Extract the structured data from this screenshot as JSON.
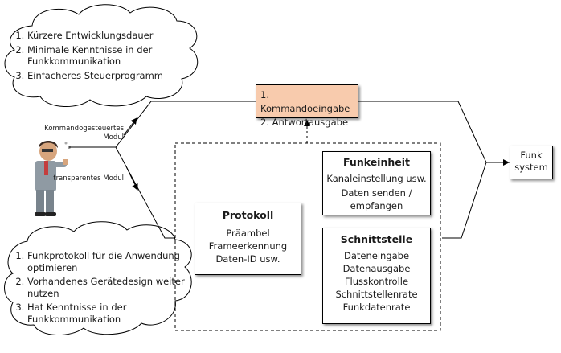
{
  "cloud_top": {
    "items": [
      "Kürzere Entwicklungsdauer",
      "Minimale Kenntnisse in der Funkkommunikation",
      "Einfacheres Steuerprogramm"
    ]
  },
  "cloud_bottom": {
    "items": [
      "Funkprotokoll für die Anwendung optimieren",
      "Vorhandenes Gerätedesign weiter nutzen",
      "Hat Kenntnisse in der Funkkommunikation"
    ]
  },
  "labels": {
    "command_module": "Kommandogesteuertes Modul",
    "transparent_module": "transparentes Modul"
  },
  "command_box": {
    "items": [
      "1. Kommandoeingabe",
      "2. Antwortausgabe"
    ]
  },
  "radio_unit": {
    "title": "Funkeinheit",
    "lines": [
      "Kanaleinstellung usw.",
      "Daten senden / empfangen"
    ]
  },
  "protocol": {
    "title": "Protokoll",
    "lines": [
      "Präambel",
      "Frameerkennung",
      "Daten-ID usw."
    ]
  },
  "interface": {
    "title": "Schnittstelle",
    "lines": [
      "Dateneingabe",
      "Datenausgabe",
      "Flusskontrolle",
      "Schnittstellenrate",
      "Funkdatenrate"
    ]
  },
  "radio_system": {
    "label": "Funk system"
  },
  "colors": {
    "command_box_fill": "#f8cbad",
    "lines": "#000000"
  }
}
